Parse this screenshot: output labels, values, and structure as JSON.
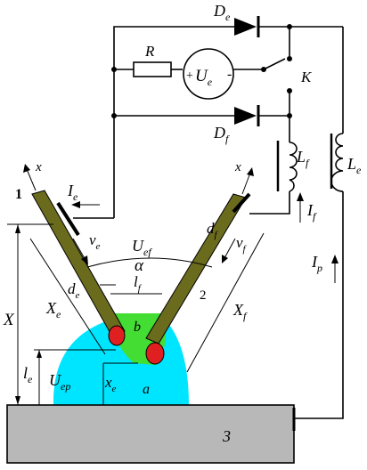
{
  "labels": {
    "De": {
      "main": "D",
      "sub": "e"
    },
    "Df": {
      "main": "D",
      "sub": "f"
    },
    "R": "R",
    "Ue": {
      "main": "U",
      "sub": "e"
    },
    "plus": "+",
    "minus": "-",
    "K": "K",
    "Lf": {
      "main": "L",
      "sub": "f"
    },
    "Le": {
      "main": "L",
      "sub": "e"
    },
    "x_left": "x",
    "x_right": "x",
    "one": "1",
    "Ie": {
      "main": "I",
      "sub": "e"
    },
    "If": {
      "main": "I",
      "sub": "f"
    },
    "Ip": {
      "main": "I",
      "sub": "p"
    },
    "ve": {
      "main": "v",
      "sub": "e"
    },
    "vf": {
      "main": "v",
      "sub": "f"
    },
    "df": {
      "main": "d",
      "sub": "f"
    },
    "de": {
      "main": "d",
      "sub": "e"
    },
    "Uef": {
      "main": "U",
      "sub": "ef"
    },
    "alpha": "α",
    "lf": {
      "main": "l",
      "sub": "f"
    },
    "two": "2",
    "X": "X",
    "Xe": {
      "main": "X",
      "sub": "e"
    },
    "Xf": {
      "main": "X",
      "sub": "f"
    },
    "b": "b",
    "a": "a",
    "le": {
      "main": "l",
      "sub": "e"
    },
    "Uep": {
      "main": "U",
      "sub": "ep"
    },
    "xe": {
      "main": "x",
      "sub": "e"
    },
    "three": "3"
  },
  "colors": {
    "electrode": "#6b6b1e",
    "pool_cyan": "#00e5ff",
    "zone_green": "#44dd33",
    "drop_red": "#e02020",
    "plate": "#b8b8b8"
  }
}
